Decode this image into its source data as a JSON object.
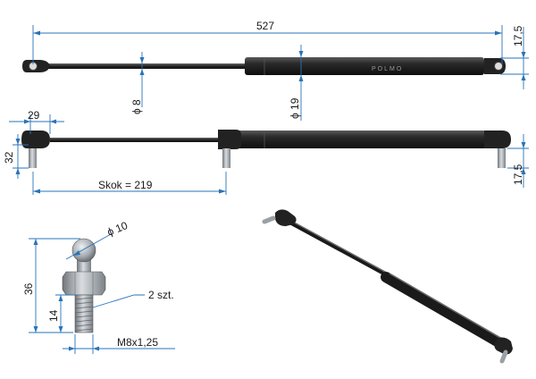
{
  "dimensions": {
    "total_length": "527",
    "end_offset_top": "17,5",
    "rod_diameter": "ϕ 8",
    "body_diameter": "ϕ 19",
    "bracket_width": "29",
    "bracket_height": "32",
    "end_offset_bottom": "17,5",
    "stroke": "Skok = 219",
    "ball_diameter": "ϕ 10",
    "stud_height": "36",
    "thread_length": "14",
    "thread_spec": "M8x1,25",
    "quantity": "2 szt."
  },
  "brand": "POLMO",
  "colors": {
    "dimension_line": "#2a73b8",
    "body": "#1c1c1c",
    "steel": "#9aa0a6"
  }
}
